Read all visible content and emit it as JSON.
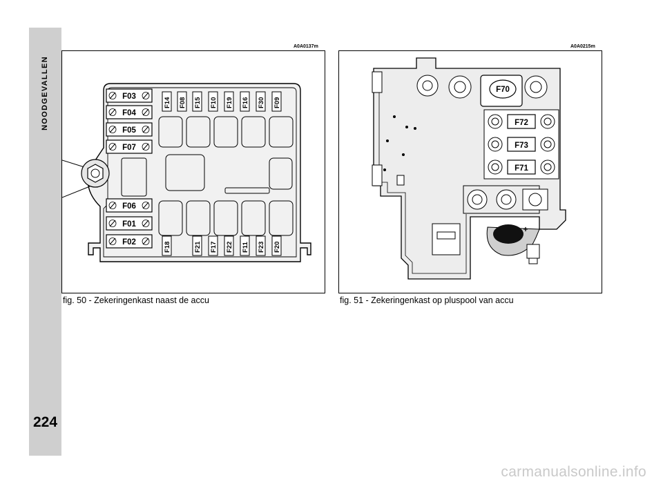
{
  "sidebar": {
    "section_title": "NOODGEVALLEN",
    "page_number": "224"
  },
  "figure_left": {
    "code": "A0A0137m",
    "caption": "fig. 50 - Zekeringenkast naast de accu",
    "fuses_left": [
      "F03",
      "F04",
      "F05",
      "F07",
      "F06",
      "F01",
      "F02"
    ],
    "fuses_top": [
      "F14",
      "F08",
      "F15",
      "F10",
      "F19",
      "F16",
      "F30",
      "F09"
    ],
    "fuses_bottom": [
      "F18",
      "F21",
      "F17",
      "F22",
      "F11",
      "F23",
      "F20"
    ]
  },
  "figure_right": {
    "code": "A0A0215m",
    "caption": "fig. 51 - Zekeringenkast op pluspool van accu",
    "fuse_main": "F70",
    "fuses_side": [
      "F72",
      "F73",
      "F71"
    ]
  },
  "watermark": "carmanualsonline.info"
}
